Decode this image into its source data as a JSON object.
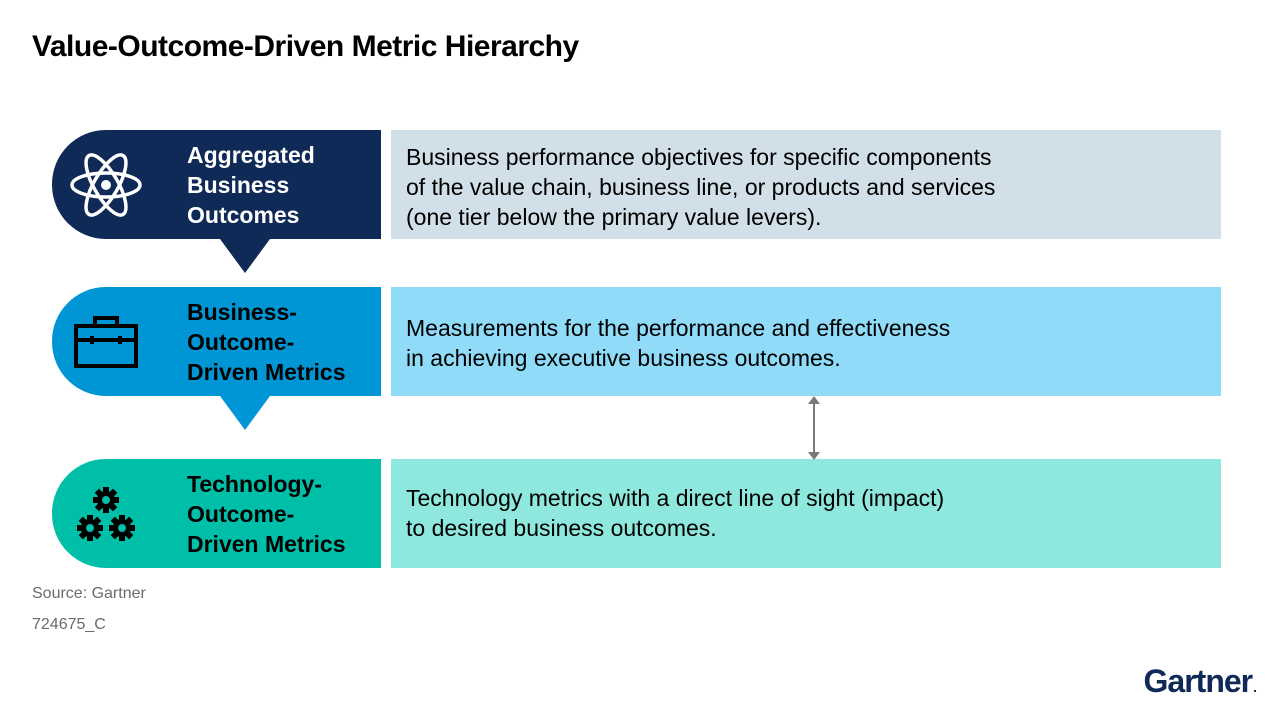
{
  "title": "Value-Outcome-Driven Metric Hierarchy",
  "tiers": [
    {
      "label": "Aggregated\nBusiness\nOutcomes",
      "icon": "atom-icon",
      "description": "Business performance objectives for specific components\nof the value chain, business line, or products and services\n(one tier below the primary value levers).",
      "color": "#0f2a57",
      "description_color": "#d1dfe9"
    },
    {
      "label": "Business-\nOutcome-\nDriven Metrics",
      "icon": "briefcase-icon",
      "description": "Measurements for the performance and effectiveness\nin achieving executive business outcomes.",
      "color": "#0096d6",
      "description_color": "#8fdbf8"
    },
    {
      "label": "Technology-\nOutcome-\nDriven Metrics",
      "icon": "gears-icon",
      "description": "Technology metrics with a direct line of sight (impact)\nto desired business outcomes.",
      "color": "#00bfa9",
      "description_color": "#8fe8de"
    }
  ],
  "footer": {
    "source": "Source: Gartner",
    "code": "724675_C"
  },
  "logo": {
    "text": "Gartner",
    "dot": "."
  }
}
